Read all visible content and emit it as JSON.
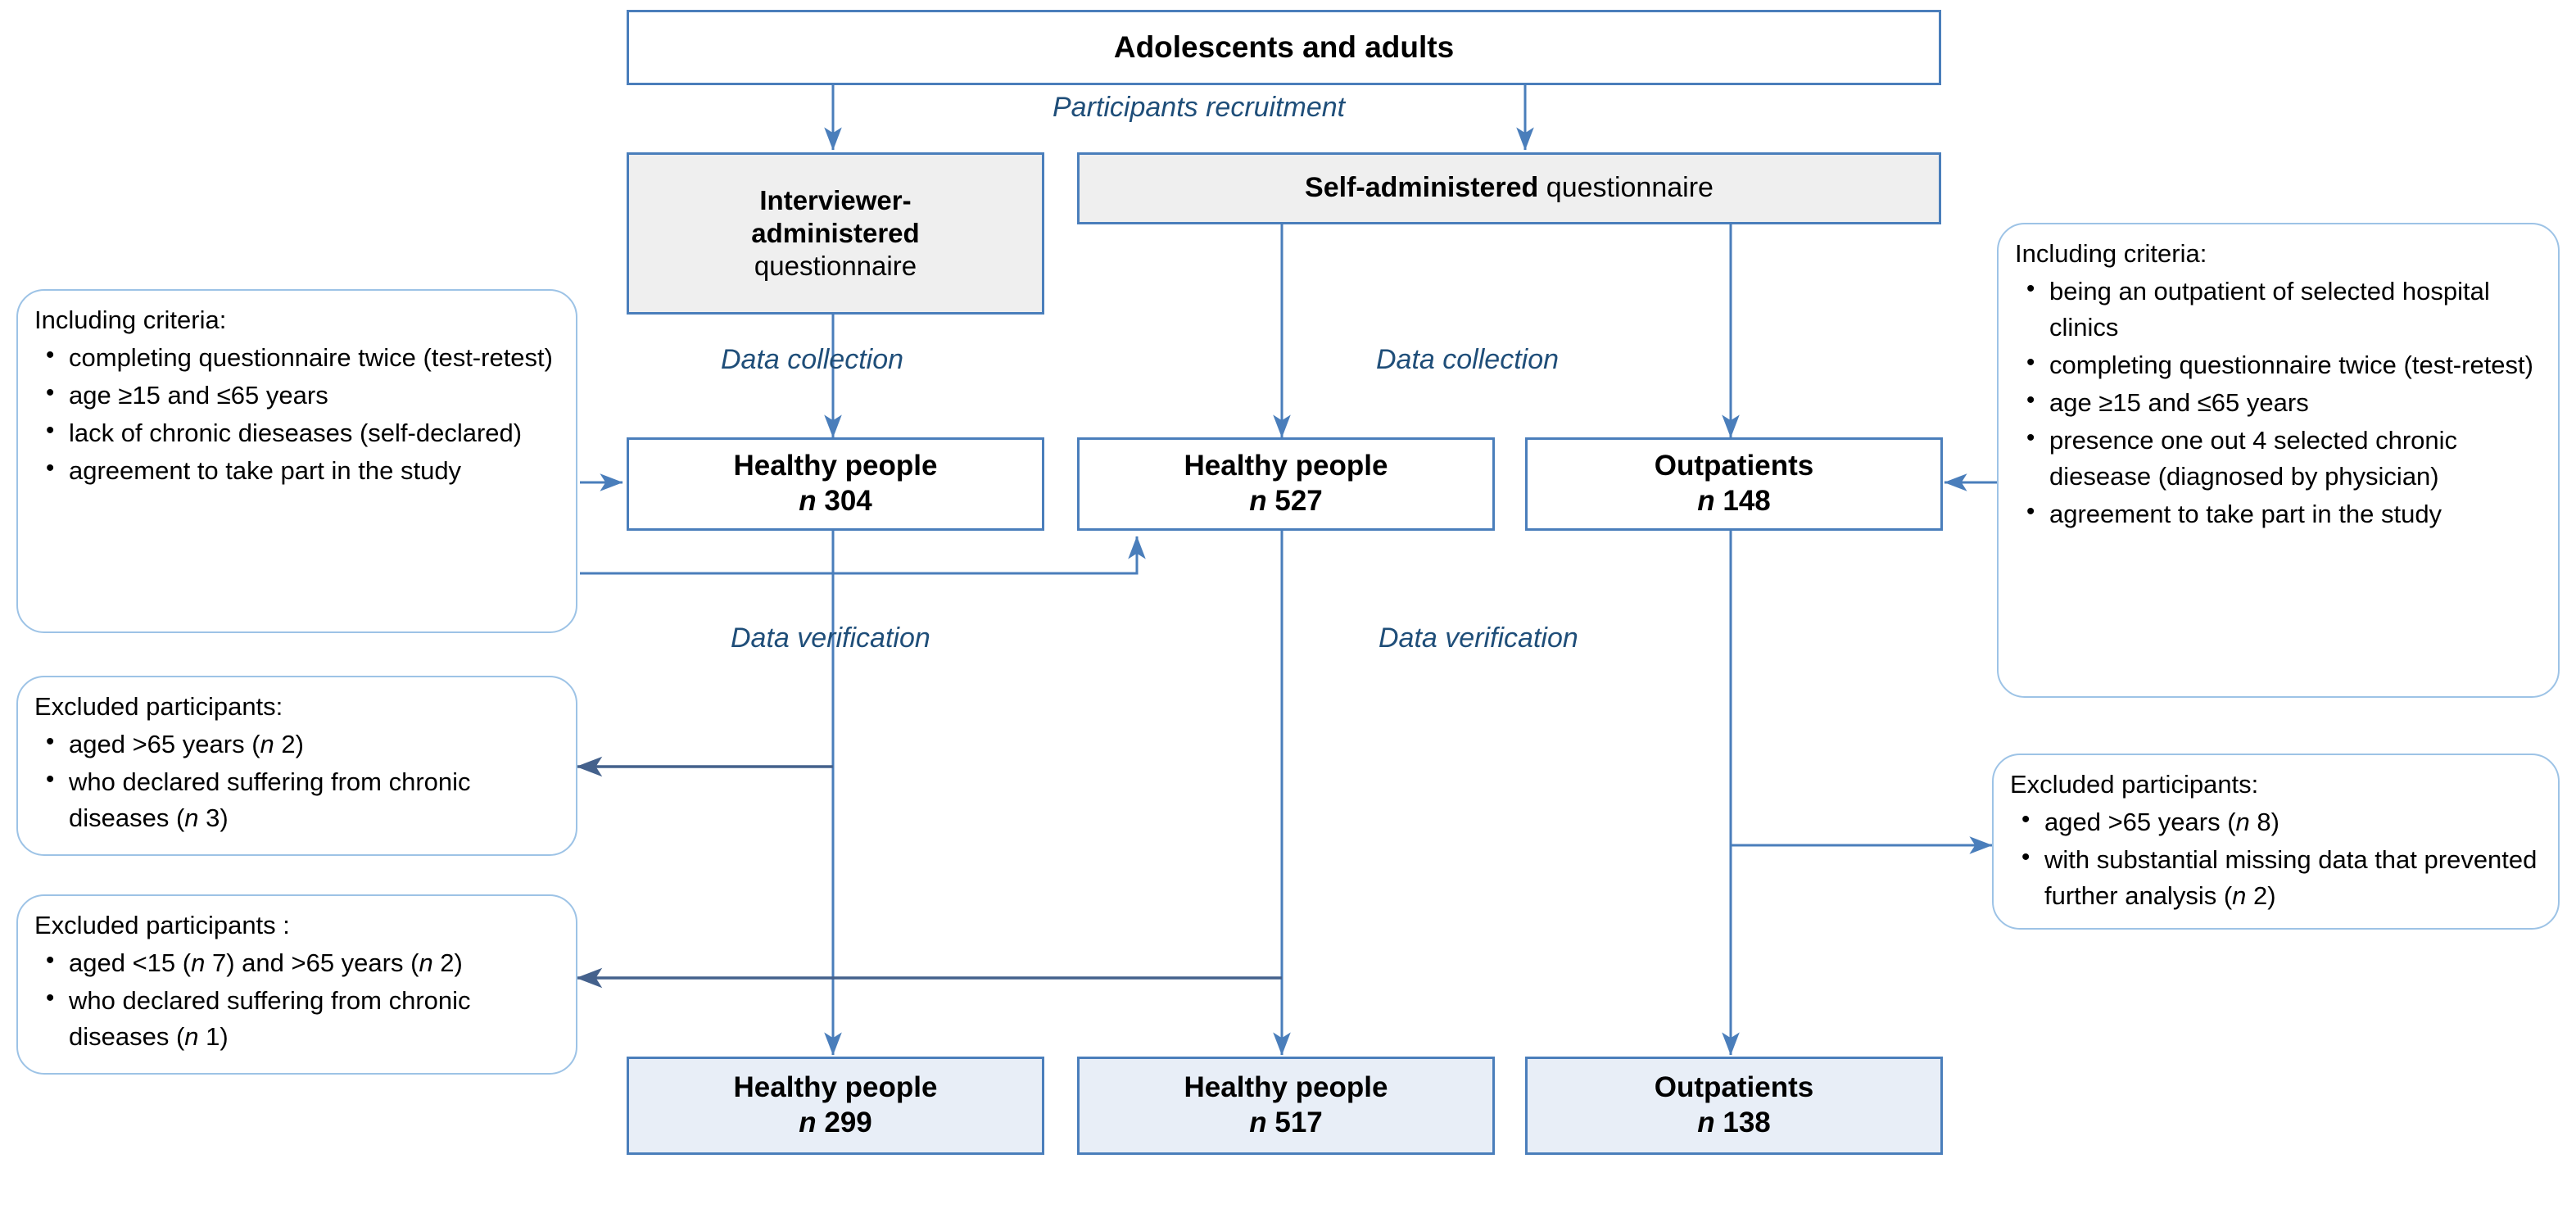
{
  "diagram": {
    "title": "Study participant flow diagram",
    "colors": {
      "box_border": "#4a7ebb",
      "rounded_border": "#9dc3e6",
      "connector": "#4a7ebb",
      "arrow_dark": "#44618c",
      "label_text": "#1f4e79",
      "fill_white": "#ffffff",
      "fill_grey": "#efefef",
      "fill_pale_blue": "#e8eef7"
    },
    "nodes": {
      "top": {
        "label": "Adolescents and adults"
      },
      "interviewer": {
        "line1": "Interviewer-",
        "line2": "administered",
        "line3": "questionnaire"
      },
      "self_admin": {
        "bold": "Self-administered",
        "rest": " questionnaire"
      },
      "mid_left": {
        "label": "Healthy people",
        "n_prefix": "n",
        "n_value": "304"
      },
      "mid_center": {
        "label": "Healthy people",
        "n_prefix": "n",
        "n_value": "527"
      },
      "mid_right": {
        "label": "Outpatients",
        "n_prefix": "n",
        "n_value": "148"
      },
      "bot_left": {
        "label": "Healthy people",
        "n_prefix": "n",
        "n_value": "299"
      },
      "bot_center": {
        "label": "Healthy people",
        "n_prefix": "n",
        "n_value": "517"
      },
      "bot_right": {
        "label": "Outpatients",
        "n_prefix": "n",
        "n_value": "138"
      }
    },
    "edge_labels": {
      "participants_recruitment": "Participants recruitment",
      "data_collection_left": "Data collection",
      "data_collection_right": "Data collection",
      "data_verification_left": "Data verification",
      "data_verification_right": "Data verification"
    },
    "including_left": {
      "header": "Including criteria:",
      "items": [
        "completing questionnaire twice (test-retest)",
        "age ≥15 and ≤65 years",
        "lack of chronic dieseases (self-declared)",
        "agreement to take part in the study"
      ]
    },
    "including_right": {
      "header": "Including criteria:",
      "items": [
        "being an outpatient of selected hospital clinics",
        "completing questionnaire twice (test-retest)",
        "age ≥15 and ≤65 years",
        "presence one out 4 selected chronic diesease (diagnosed by physician)",
        "agreement to take part in the study"
      ]
    },
    "excluded_left_top": {
      "header": "Excluded participants:",
      "items": [
        "aged >65 years (n 2)",
        "who declared suffering from chronic diseases (n 3)"
      ]
    },
    "excluded_left_bottom": {
      "header": "Excluded participants :",
      "items": [
        "aged <15 (n 7) and >65 years (n 2)",
        "who declared suffering from chronic diseases (n 1)"
      ]
    },
    "excluded_right": {
      "header": "Excluded participants:",
      "items": [
        "aged >65 years (n 8)",
        "with substantial missing data that prevented further analysis (n 2)"
      ]
    }
  }
}
